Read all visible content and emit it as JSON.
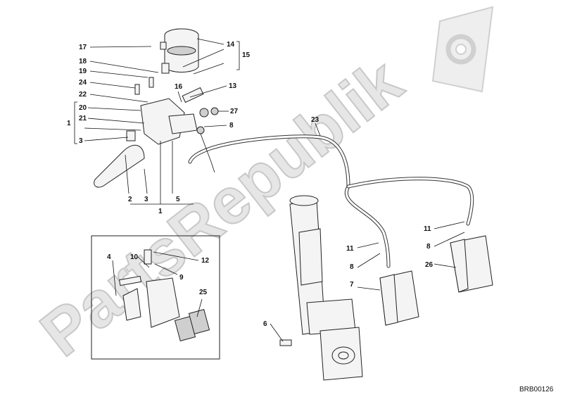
{
  "watermark": {
    "text": "PartsRepublik",
    "color": "#e3e3e3"
  },
  "drawing_code": "BRB00126",
  "callouts": {
    "c17": "17",
    "c18": "18",
    "c19": "19",
    "c24": "24",
    "c22": "22",
    "c20": "20",
    "c21": "21",
    "c3a": "3",
    "c1a": "1",
    "c14": "14",
    "c15": "15",
    "c16": "16",
    "c13": "13",
    "c27": "27",
    "c8a": "8",
    "c2": "2",
    "c3b": "3",
    "c5": "5",
    "c1b": "1",
    "c23": "23",
    "c4": "4",
    "c10": "10",
    "c12": "12",
    "c9": "9",
    "c25": "25",
    "c11a": "11",
    "c8b": "8",
    "c7": "7",
    "c6": "6",
    "c11b": "11",
    "c8c": "8",
    "c26": "26"
  }
}
